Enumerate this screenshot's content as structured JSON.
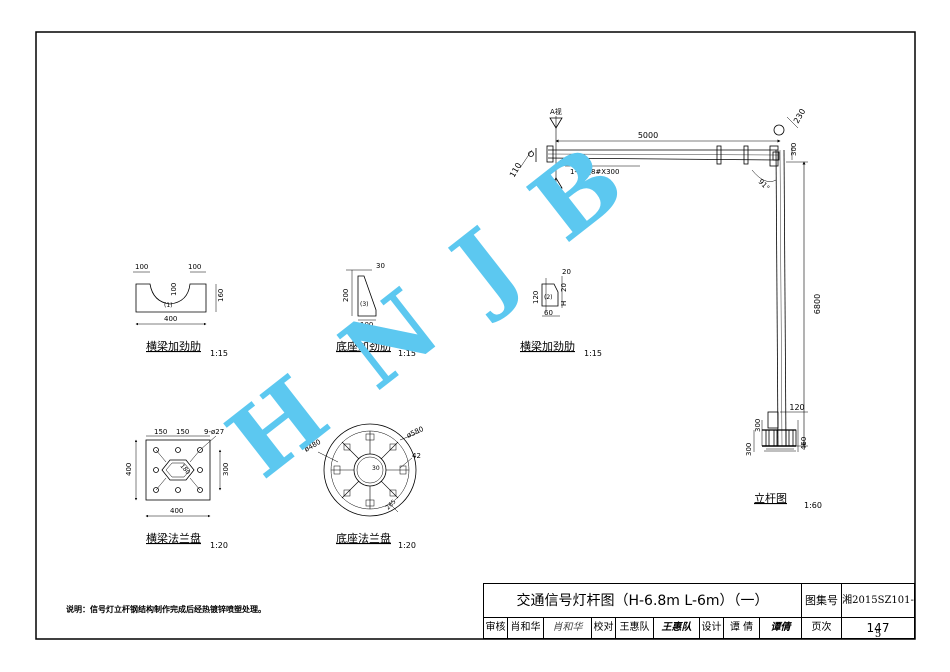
{
  "watermark": "H N J B",
  "note": "说明：信号灯立杆钢结构制作完成后经热镀锌喷塑处理。",
  "views": {
    "beam_rib1": {
      "title": "横梁加劲肋",
      "scale": "1:15",
      "dims": [
        "100",
        "100",
        "100",
        "160",
        "400"
      ],
      "mark": "(1)"
    },
    "base_rib": {
      "title": "底座加劲肋",
      "scale": "1:15",
      "dims": [
        "30",
        "200",
        "100"
      ],
      "mark": "(3)"
    },
    "beam_rib2": {
      "title": "横梁加劲肋",
      "scale": "1:15",
      "dims": [
        "20",
        "120",
        "20",
        "60",
        "H"
      ],
      "mark": "(2)"
    },
    "beam_flange": {
      "title": "横梁法兰盘",
      "scale": "1:20",
      "dims": [
        "150",
        "150",
        "9-ø27",
        "400",
        "300",
        "400",
        "180"
      ]
    },
    "base_flange": {
      "title": "底座法兰盘",
      "scale": "1:20",
      "dims": [
        "ø580",
        "ø480",
        "42",
        "265",
        "30"
      ]
    },
    "pole": {
      "title": "立杆图",
      "scale": "1:60",
      "dims": [
        "5000",
        "230",
        "300",
        "110",
        "91°",
        "6800",
        "120",
        "300",
        "300",
        "450"
      ],
      "labels": {
        "a_view": "A视",
        "b_view": "B视",
        "channel": "1-槽钢8#X300"
      }
    }
  },
  "title_block": {
    "title": "交通信号灯杆图（H-6.8m L-6m）（一）",
    "atlas_label": "图集号",
    "atlas_no": "湘2015SZ101-5",
    "page_label": "页次",
    "page_no": "147",
    "roles": [
      {
        "role": "审核",
        "name": "肖和华",
        "sig": "肖和华"
      },
      {
        "role": "校对",
        "name": "王惠队",
        "sig": "王惠队"
      },
      {
        "role": "设计",
        "name": "谭 倩",
        "sig": "谭倩"
      }
    ]
  }
}
